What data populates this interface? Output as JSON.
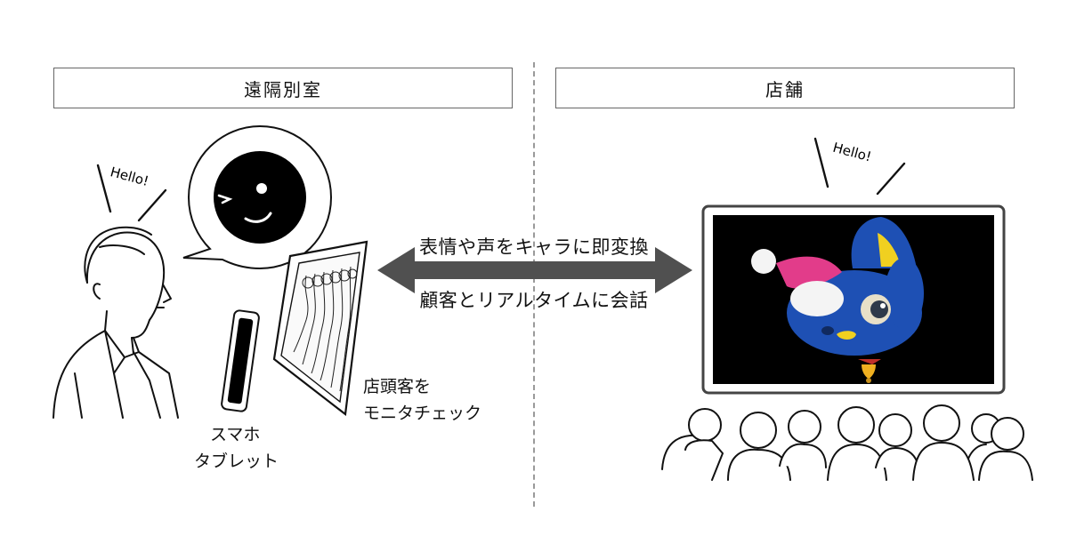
{
  "left_section": {
    "header": "遠隔別室",
    "hello": "Hello!",
    "device_label_line1": "スマホ",
    "device_label_line2": "タブレット",
    "monitor_label_line1": "店頭客を",
    "monitor_label_line2": "モニタチェック"
  },
  "right_section": {
    "header": "店舗",
    "hello": "Hello!"
  },
  "arrow": {
    "top_text": "表情や声をキャラに即変換",
    "bottom_text": "顧客とリアルタイムに会話"
  },
  "colors": {
    "arrow": "#505050",
    "screen_bg": "#000000",
    "character_body": "#1e50b4",
    "hat": "#e23c8a",
    "ear_inner": "#f0d020"
  }
}
